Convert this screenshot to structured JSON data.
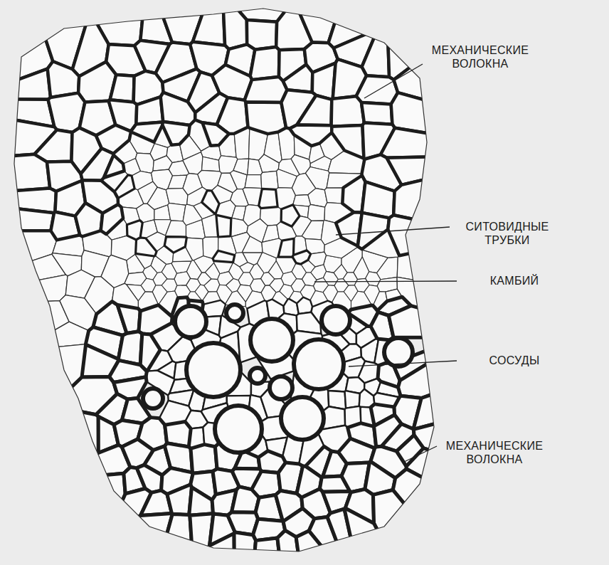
{
  "diagram": {
    "labels": [
      "МЕХАНИЧЕСКИЕ ВОЛОКНА",
      "СИТОВИДНЫЕ ТРУБКИ",
      "КАМБИЙ",
      "СОСУДЫ",
      "МЕХАНИЧЕСКИЕ ВОЛОКНА"
    ]
  }
}
